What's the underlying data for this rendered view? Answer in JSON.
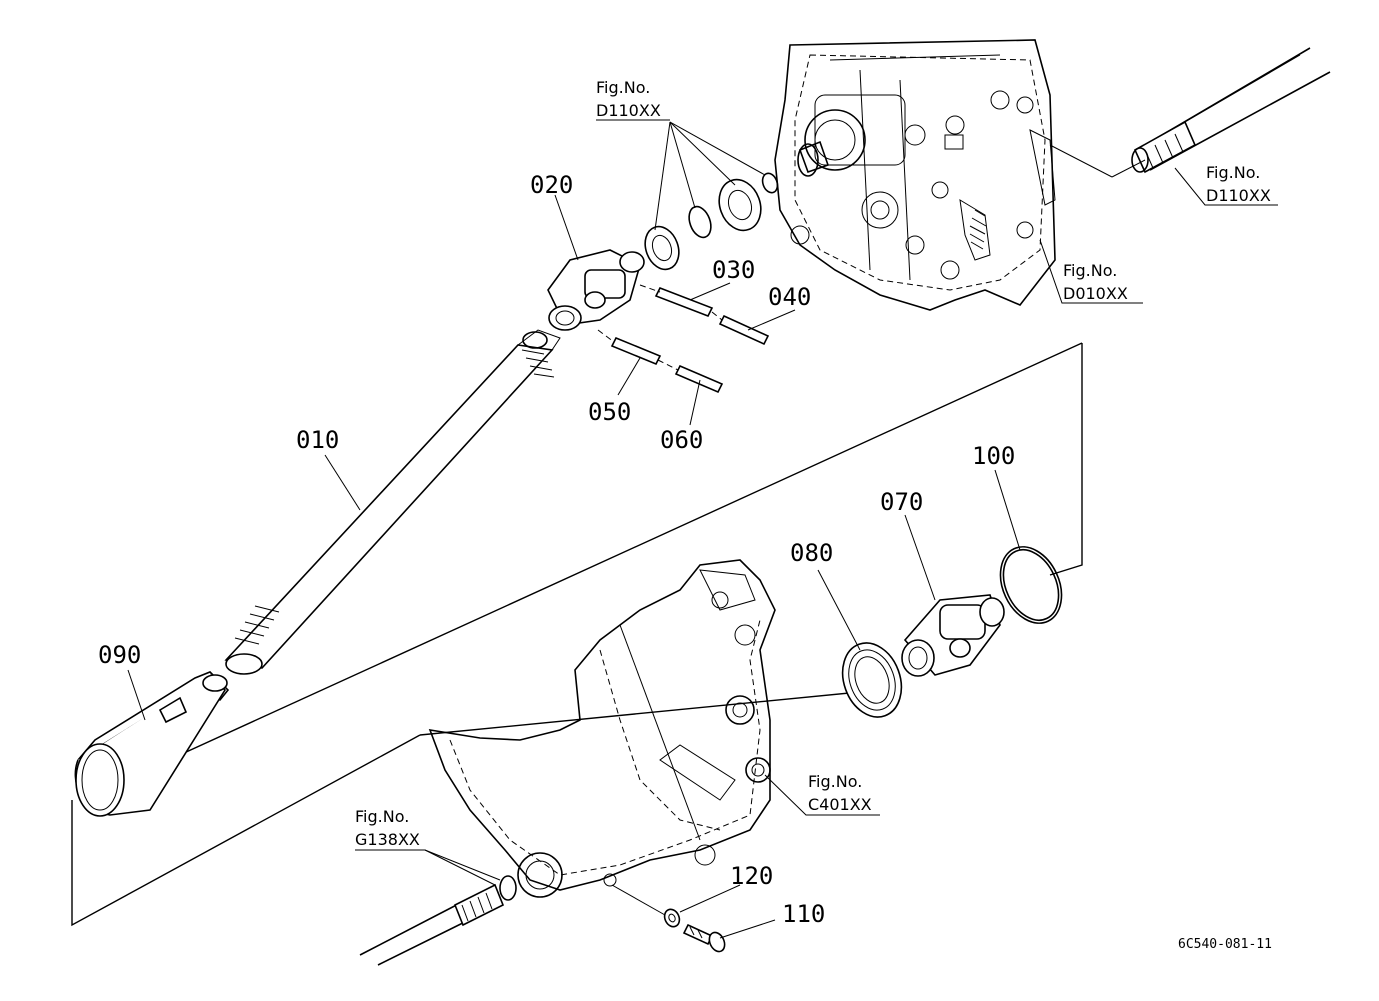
{
  "parts": {
    "p010": "010",
    "p020": "020",
    "p030": "030",
    "p040": "040",
    "p050": "050",
    "p060": "060",
    "p070": "070",
    "p080": "080",
    "p090": "090",
    "p100": "100",
    "p110": "110",
    "p120": "120"
  },
  "fig_refs": {
    "top_left": {
      "label": "Fig.No.",
      "code": "D110XX"
    },
    "top_right": {
      "label": "Fig.No.",
      "code": "D110XX"
    },
    "housing": {
      "label": "Fig.No.",
      "code": "D010XX"
    },
    "case": {
      "label": "Fig.No.",
      "code": "C401XX"
    },
    "shaft": {
      "label": "Fig.No.",
      "code": "G138XX"
    }
  },
  "diagram_code": "6C540-081-11"
}
